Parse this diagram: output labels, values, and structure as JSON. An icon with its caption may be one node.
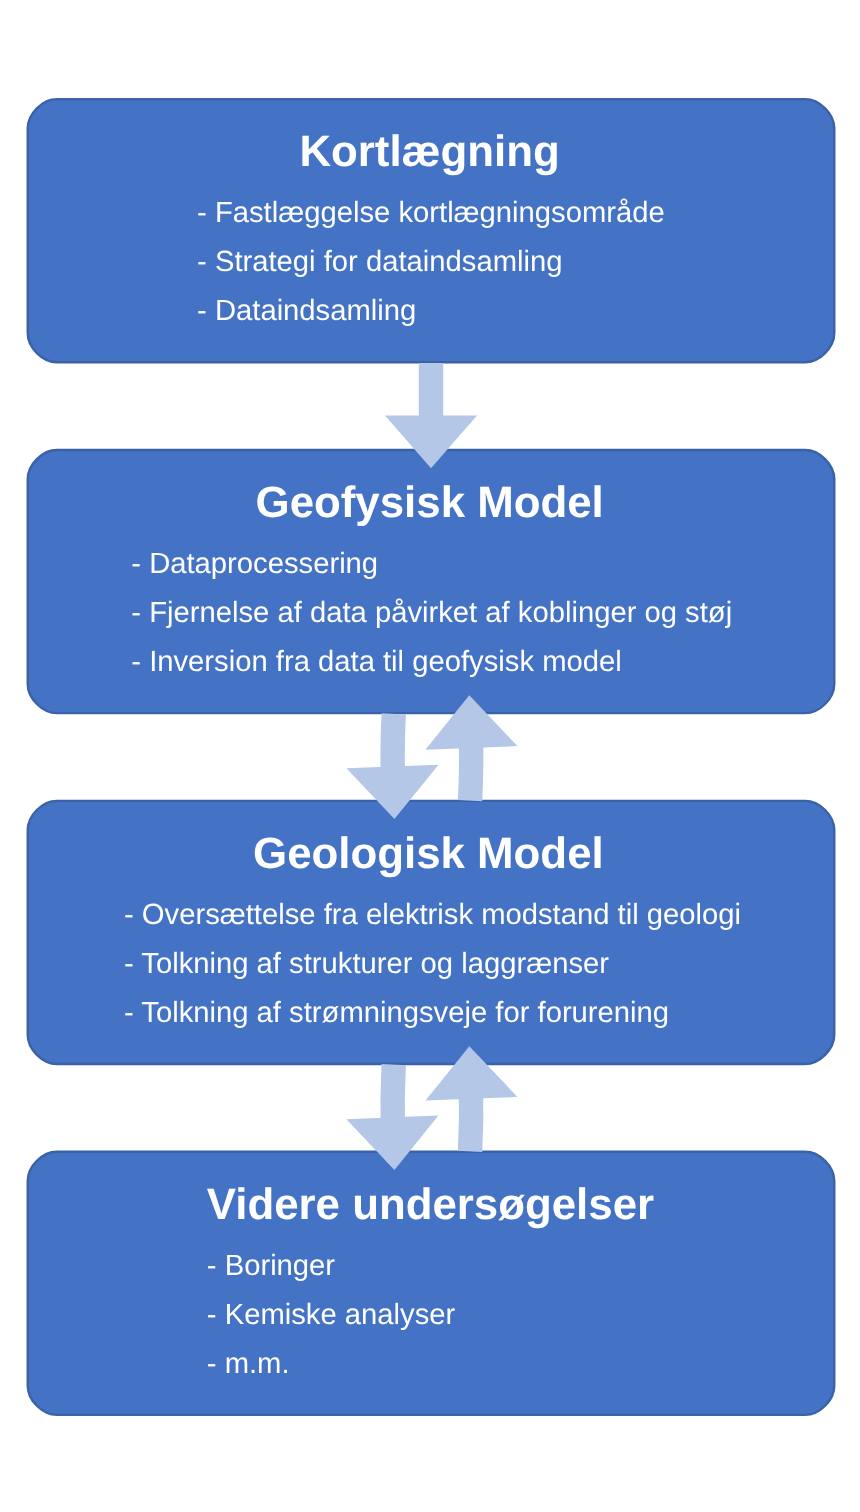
{
  "diagram": {
    "nodes": [
      {
        "text": [
          "Kortlægning",
          "- Fastlæggelse kortlægningsområde",
          "- Strategi for dataindsamling",
          "- Dataindsamling"
        ]
      },
      {
        "text": [
          "Geofysisk Model",
          "- Dataprocessering",
          "- Fjernelse af data påvirket af koblinger og støj",
          "- Inversion fra data til geofysisk model"
        ]
      },
      {
        "text": [
          "Geologisk Model",
          "- Oversættelse fra elektrisk modstand til geologi",
          "- Tolkning af strukturer og laggrænser",
          "- Tolkning af strømningsveje for forurening"
        ]
      },
      {
        "text": [
          "Videre undersøgelser",
          "- Boringer",
          "- Kemiske analyser",
          "- m.m."
        ]
      }
    ],
    "edges": [
      {
        "from": 0,
        "to": 1,
        "arrow": "to"
      },
      {
        "from": 1,
        "to": 2,
        "arrow": "to"
      },
      {
        "from": 2,
        "to": 1,
        "arrow": "to"
      },
      {
        "from": 2,
        "to": 3,
        "arrow": "to"
      },
      {
        "from": 3,
        "to": 2,
        "arrow": "to"
      }
    ]
  }
}
